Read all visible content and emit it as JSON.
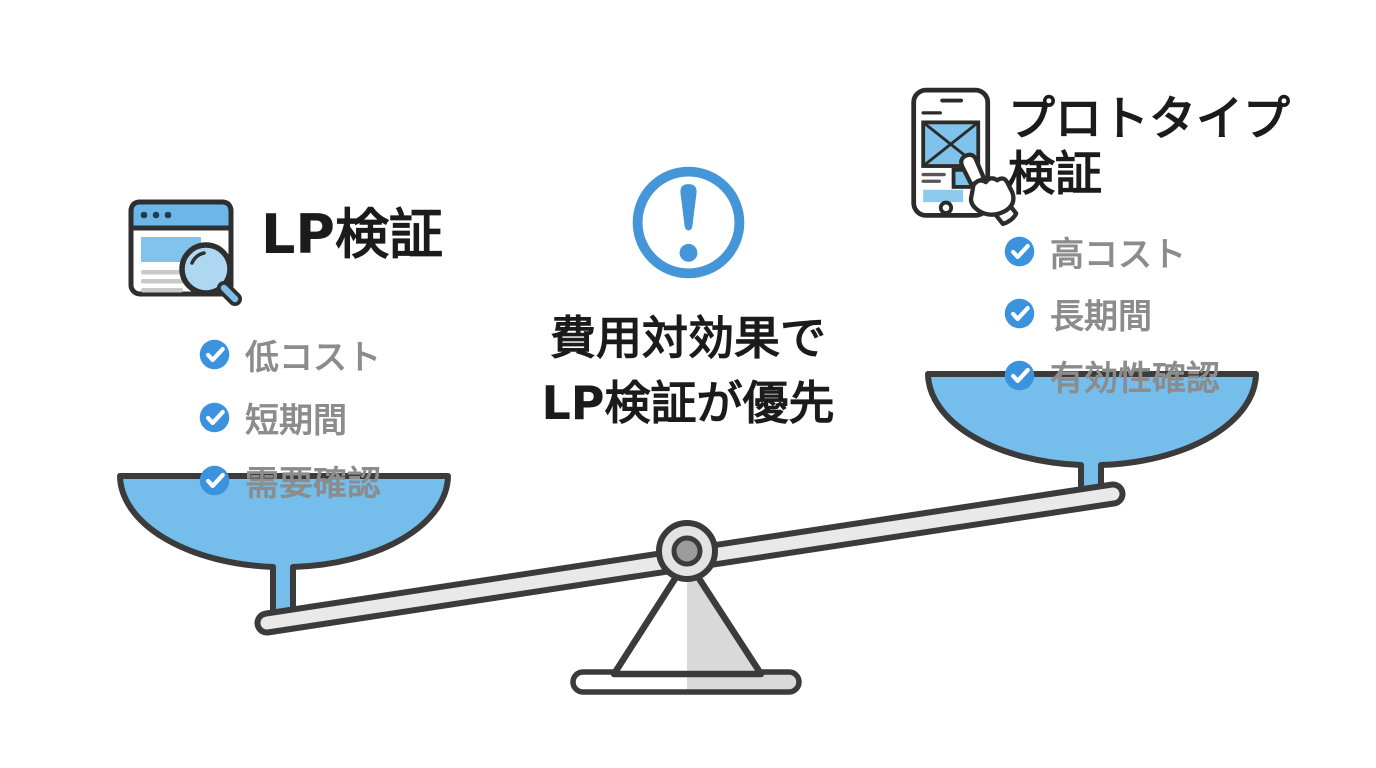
{
  "title_hidden": "LP検証 vs プロトタイプ検証 balance diagram",
  "left_option": {
    "icon": "browser-search-icon",
    "title": "LP検証",
    "items": [
      {
        "label": "低コスト"
      },
      {
        "label": "短期間"
      },
      {
        "label": "需要確認"
      }
    ]
  },
  "right_option": {
    "icon": "smartphone-tap-icon",
    "title_line1": "プロトタイプ",
    "title_line2": "検証",
    "items": [
      {
        "label": "高コスト"
      },
      {
        "label": "長期間"
      },
      {
        "label": "有効性確認"
      }
    ]
  },
  "center_message": {
    "icon": "exclamation-icon",
    "line1": "費用対効果で",
    "line2": "LP検証が優先"
  },
  "balance": {
    "tilt": "left-down",
    "left_pan_side": "LP検証",
    "right_pan_side": "プロトタイプ検証"
  },
  "colors": {
    "accent_blue": "#3b93de",
    "exclamation_blue": "#4596d9",
    "pan_blue": "#75bdea",
    "icon_blue": "#7cc0ea",
    "icon_light_blue": "#aed8f2",
    "outline_dark": "#2f2f2f",
    "scale_outline": "#3b3b3b",
    "beam_gray": "#e9e9e9",
    "shade_gray": "#d9d9d9",
    "pivot_gray": "#9c9c9c",
    "text_black": "#1b1b1b",
    "text_gray": "#8c8c8c",
    "background": "#ffffff"
  }
}
